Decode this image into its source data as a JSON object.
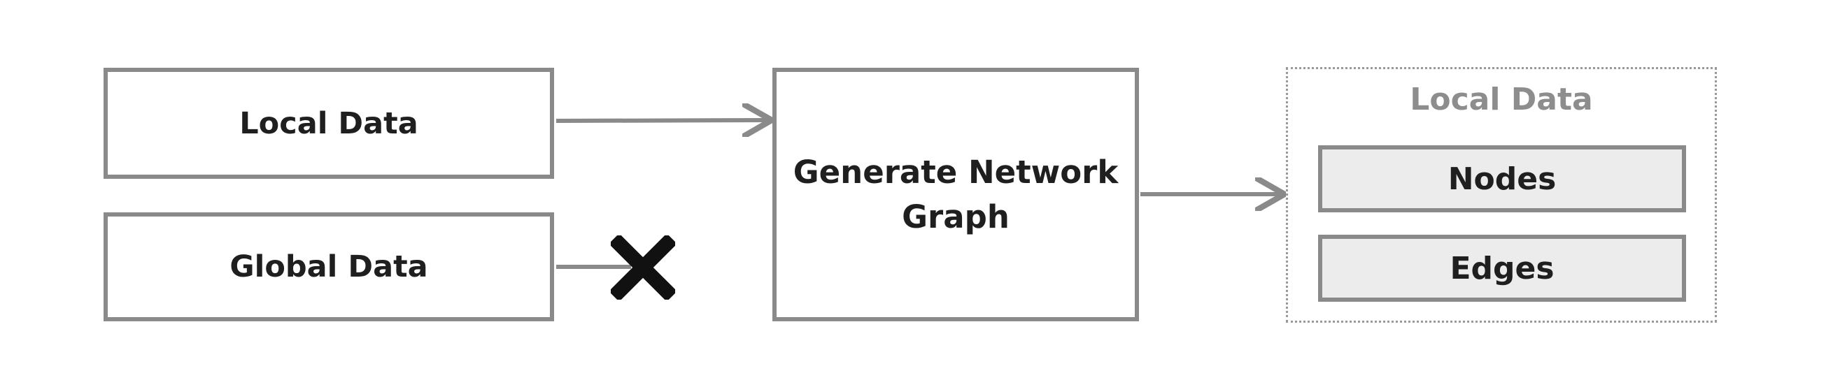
{
  "inputs": {
    "local_label": "Local Data",
    "global_label": "Global Data"
  },
  "process": {
    "label_line1": "Generate Network",
    "label_line2": "Graph"
  },
  "output": {
    "title": "Local Data",
    "items": [
      {
        "label": "Nodes"
      },
      {
        "label": "Edges"
      }
    ]
  },
  "colors": {
    "stroke": "#8a8a8a",
    "item_fill": "#ececec",
    "text": "#1f1f1f",
    "muted_text": "#8d8d8d",
    "blocked_mark": "#111111"
  },
  "icons": {
    "blocked": "x-mark-icon",
    "arrow": "arrow-right-icon"
  }
}
